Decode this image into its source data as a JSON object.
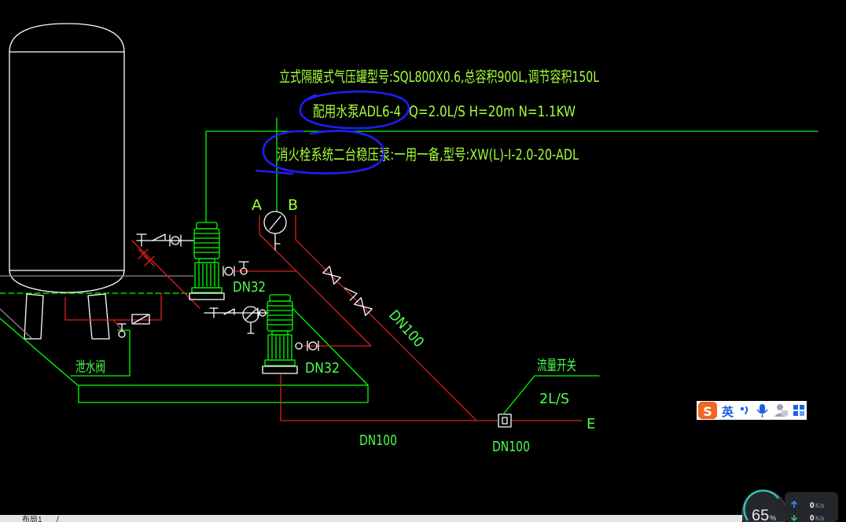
{
  "app": {
    "layout_tab": "布局1",
    "tab_separator": "/"
  },
  "drawing": {
    "notes": {
      "tank_spec": "立式隔膜式气压罐型号:SQL800X0.6,总容积900L,调节容积150L",
      "pump_model": "配用水泵ADL6-4",
      "pump_specs": "Q=2.0L/S H=20m N=1.1KW",
      "booster_pumps": "消火栓系统二台稳压泵:一用一备,型号:XW(L)-I-2.0-20-ADL"
    },
    "pipe_tags": {
      "a": "A",
      "b": "B",
      "e": "E"
    },
    "labels": {
      "drain_valve": "泄水阀",
      "flow_switch": "流量开关",
      "flow_rate": "2L/S"
    },
    "pipe_sizes": {
      "pump1_outlet": "DN32",
      "pump2_outlet": "DN32",
      "riser_diagonal": "DN100",
      "header_bottom": "DN100",
      "header_right": "DN100"
    }
  },
  "ime_toolbar": {
    "logo_letter": "S",
    "input_mode": "英",
    "icons": [
      "sogou-logo-icon",
      "punctuation-icon",
      "microphone-icon",
      "skin-icon",
      "toolbox-grid-icon"
    ]
  },
  "system_monitor": {
    "usage_value": "65",
    "usage_unit": "%",
    "upload_value": "0",
    "upload_unit": "K/s",
    "download_value": "0",
    "download_unit": "K/s"
  },
  "colors": {
    "background": "#000000",
    "linework": "#00ff00",
    "note_text": "#a6ff3a",
    "dim_text": "#4dff4d",
    "pipe": "#e01e1e",
    "equipment": "#ffffff",
    "markup": "#1e1eff",
    "ime_logo": "#f26522",
    "ime_accent": "#1d5fe0",
    "monitor_ring": "#2ec4b6"
  }
}
